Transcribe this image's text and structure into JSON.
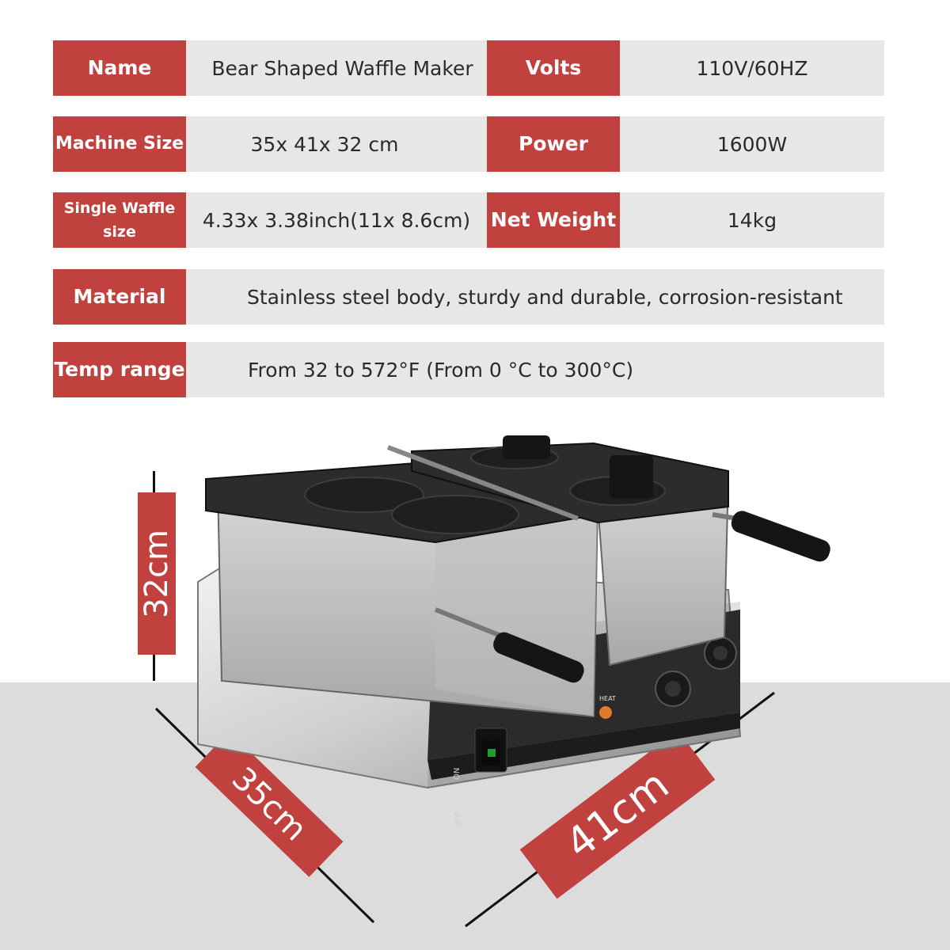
{
  "specs": {
    "name_label": "Name",
    "name_value": "Bear Shaped Waffle Maker",
    "volts_label": "Volts",
    "volts_value": "110V/60HZ",
    "machine_size_label": "Machine Size",
    "machine_size_value": "35x 41x 32 cm",
    "power_label": "Power",
    "power_value": "1600W",
    "single_waffle_label_line1": "Single Waffle",
    "single_waffle_label_line2": "size",
    "single_waffle_value": "4.33x 3.38inch(11x 8.6cm)",
    "net_weight_label": "Net Weight",
    "net_weight_value": "14kg",
    "material_label": "Material",
    "material_value": "Stainless steel body, sturdy and durable, corrosion-resistant",
    "temp_label": "Temp range",
    "temp_value": "From 32 to 572°F (From 0 °C to 300°C)"
  },
  "dimensions": {
    "height_label": "32cm",
    "depth_label": "35cm",
    "width_label": "41cm"
  },
  "panel": {
    "on_label": "ON",
    "off_label": "OFF",
    "heat_label": "HEAT"
  },
  "colors": {
    "accent": "#c0413d",
    "row_background": "#e7e7e7",
    "floor": "#dcdcdc"
  }
}
